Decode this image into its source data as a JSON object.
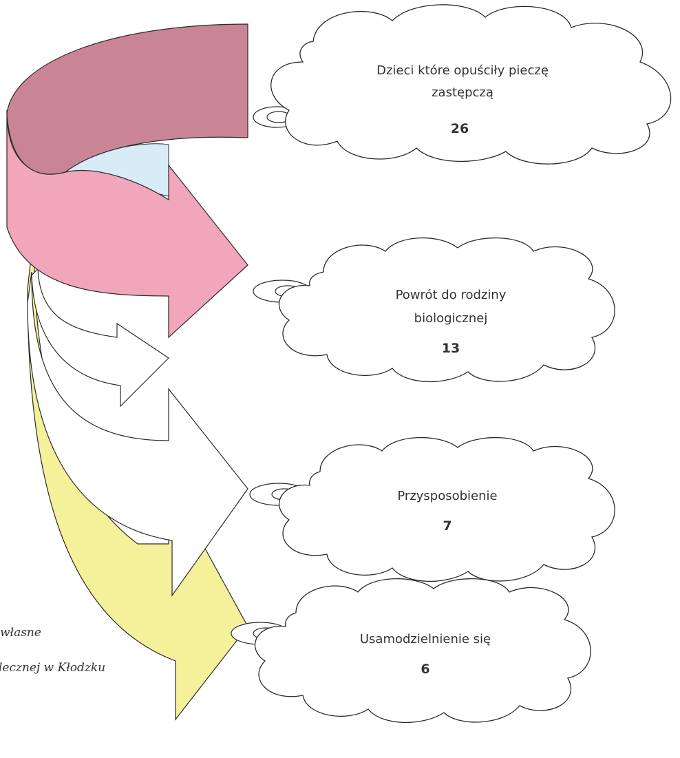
{
  "colors": {
    "pink_arrow": "#f2a6bb",
    "pink_arrow_top": "#c98495",
    "white_arrow": "#ffffff",
    "yellow_arrow": "#f5f19a",
    "light_blue_band": "#d8ecf7",
    "outline": "#2a2a2a",
    "text": "#333333"
  },
  "clouds": [
    {
      "label_lines": [
        "Dzieci które opuściły pieczę",
        "zastępczą"
      ],
      "value": "26"
    },
    {
      "label_lines": [
        "Powrót do rodziny",
        "biologicznej"
      ],
      "value": "13"
    },
    {
      "label_lines": [
        "Przysposobienie"
      ],
      "value": "7"
    },
    {
      "label_lines": [
        "Usamodzielnienie się"
      ],
      "value": "6"
    }
  ],
  "source_lines": [
    "własne",
    "lecznej w Kłodzku"
  ]
}
